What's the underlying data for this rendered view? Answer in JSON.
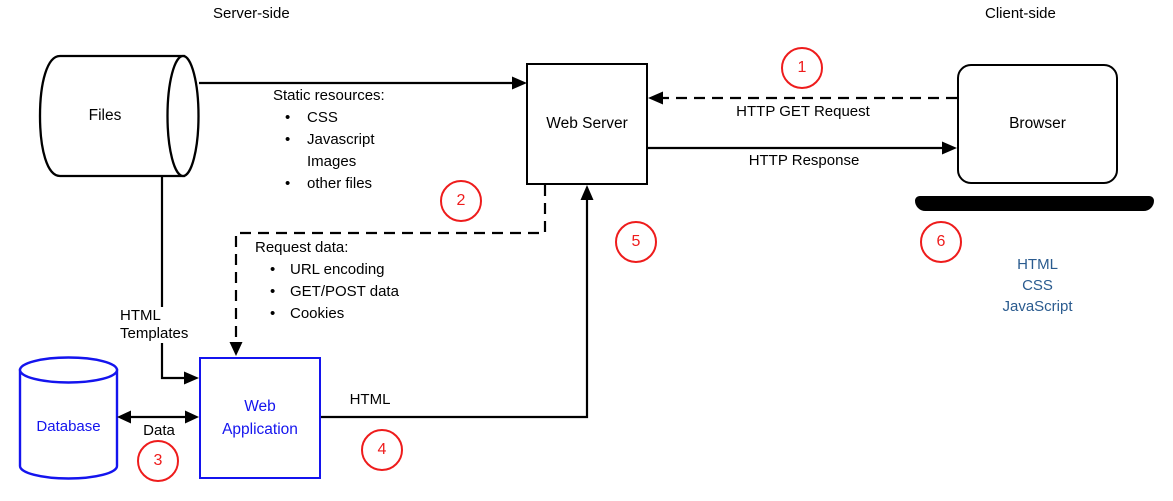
{
  "titles": {
    "server_side": "Server-side",
    "client_side": "Client-side"
  },
  "nodes": {
    "files": {
      "label": "Files"
    },
    "web_server": {
      "label": "Web Server"
    },
    "browser": {
      "label": "Browser"
    },
    "database": {
      "label": "Database"
    },
    "web_application": {
      "line1": "Web",
      "line2": "Application"
    }
  },
  "edges": {
    "http_get_request": {
      "label": "HTTP GET Request",
      "style": "dashed"
    },
    "http_response": {
      "label": "HTTP Response",
      "style": "solid"
    },
    "html_templates": {
      "line1": "HTML",
      "line2": "Templates"
    },
    "data": {
      "label": "Data"
    },
    "html": {
      "label": "HTML"
    }
  },
  "lists": {
    "static_resources": {
      "title": "Static resources:",
      "items": [
        {
          "bullet": true,
          "text": "CSS"
        },
        {
          "bullet": true,
          "text": "Javascript"
        },
        {
          "bullet": false,
          "text": "Images"
        },
        {
          "bullet": true,
          "text": "other files"
        }
      ]
    },
    "request_data": {
      "title": "Request data:",
      "items": [
        {
          "bullet": true,
          "text": "URL encoding"
        },
        {
          "bullet": true,
          "text": "GET/POST data"
        },
        {
          "bullet": true,
          "text": "Cookies"
        }
      ]
    }
  },
  "browser_output": {
    "lines": [
      "HTML",
      "CSS",
      "JavaScript"
    ]
  },
  "markers": [
    "1",
    "2",
    "3",
    "4",
    "5",
    "6"
  ],
  "colors": {
    "node_blue": "#1414ee",
    "output_text_blue": "#2a5b8f",
    "marker_red": "#ee1c1c",
    "line_black": "#000000"
  }
}
